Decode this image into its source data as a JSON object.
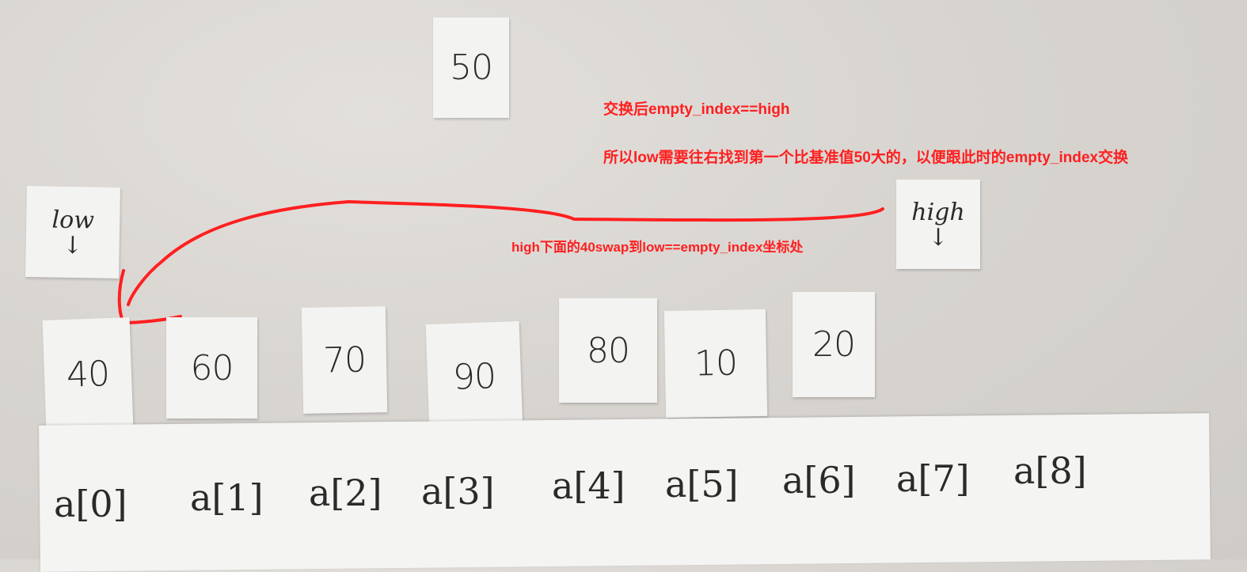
{
  "pivot": "50",
  "annotations": {
    "line1": "交换后empty_index==high",
    "line2": "所以low需要往右找到第一个比基准值50大的，以便跟此时的empty_index交换",
    "swap": "high下面的40swap到low==empty_index坐标处"
  },
  "pointers": {
    "low": {
      "label": "low",
      "arrow": "↓"
    },
    "high": {
      "label": "high",
      "arrow": "↓"
    }
  },
  "cards": [
    "40",
    "60",
    "70",
    "90",
    "80",
    "10",
    "20"
  ],
  "indices": [
    "a[0]",
    "a[1]",
    "a[2]",
    "a[3]",
    "a[4]",
    "a[5]",
    "a[6]",
    "a[7]",
    "a[8]"
  ],
  "colors": {
    "annotation": "#ff1f1f",
    "card": "#f3f3f1"
  }
}
